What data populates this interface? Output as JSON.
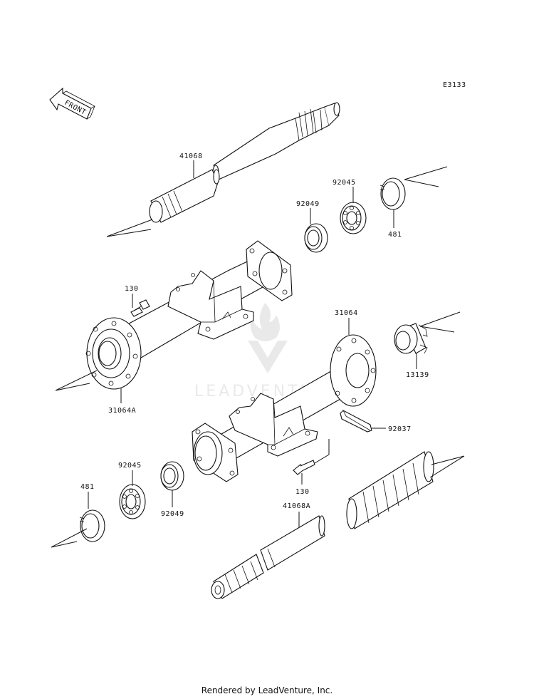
{
  "diagram_code": "E3133",
  "front_label": "FRONT",
  "watermark_text": "LEADVENTURE",
  "footer": "Rendered by LeadVenture, Inc.",
  "labels": {
    "p41068": "41068",
    "p92045_top": "92045",
    "p92049_top": "92049",
    "p481_top": "481",
    "p130_top": "130",
    "p31064A": "31064A",
    "p31064": "31064",
    "p13139": "13139",
    "p92037": "92037",
    "p130_bottom": "130",
    "p92045_bottom": "92045",
    "p481_bottom": "481",
    "p92049_bottom": "92049",
    "p41068A": "41068A"
  },
  "colors": {
    "ink": "#111111",
    "watermark": "#d8d8d8",
    "background": "#ffffff"
  }
}
